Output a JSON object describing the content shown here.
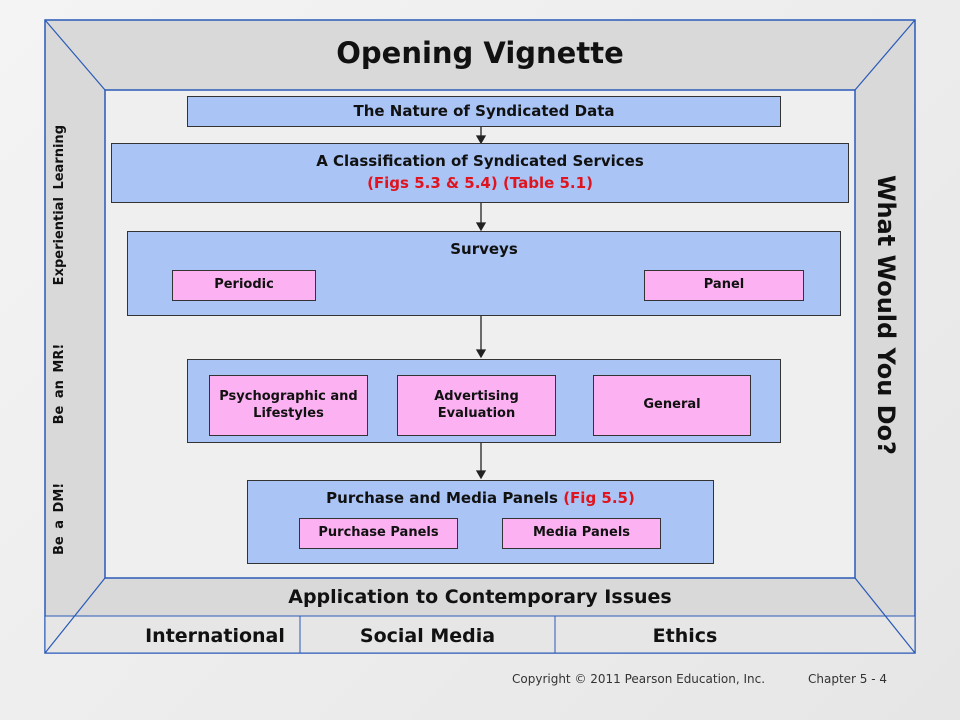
{
  "title": "Opening Vignette",
  "left_sidebar": [
    "Be a DM!",
    "Be an MR!",
    "Experiential Learning"
  ],
  "right_sidebar": "What Would You Do?",
  "diagram": {
    "nature": "The Nature of Syndicated Data",
    "classification": {
      "label": "A Classification of Syndicated Services",
      "refs": "(Figs 5.3 & 5.4) (Table 5.1)"
    },
    "surveys": {
      "label": "Surveys",
      "items": [
        "Periodic",
        "Panel"
      ]
    },
    "survey_types": [
      "Psychographic and Lifestyles",
      "Advertising Evaluation",
      "General"
    ],
    "purchase_media": {
      "label": "Purchase and Media Panels",
      "ref": "(Fig 5.5)",
      "items": [
        "Purchase Panels",
        "Media Panels"
      ]
    }
  },
  "bottom": {
    "title": "Application to Contemporary Issues",
    "tabs": [
      "International",
      "Social Media",
      "Ethics"
    ]
  },
  "footer": {
    "copyright": "Copyright © 2011 Pearson Education, Inc.",
    "chapter": "Chapter 5 - 4"
  },
  "colors": {
    "box_blue": "#a9c4f5",
    "box_pink": "#fcb2f2",
    "frame_line": "#2a5ab8",
    "red_text": "#e0141e"
  }
}
